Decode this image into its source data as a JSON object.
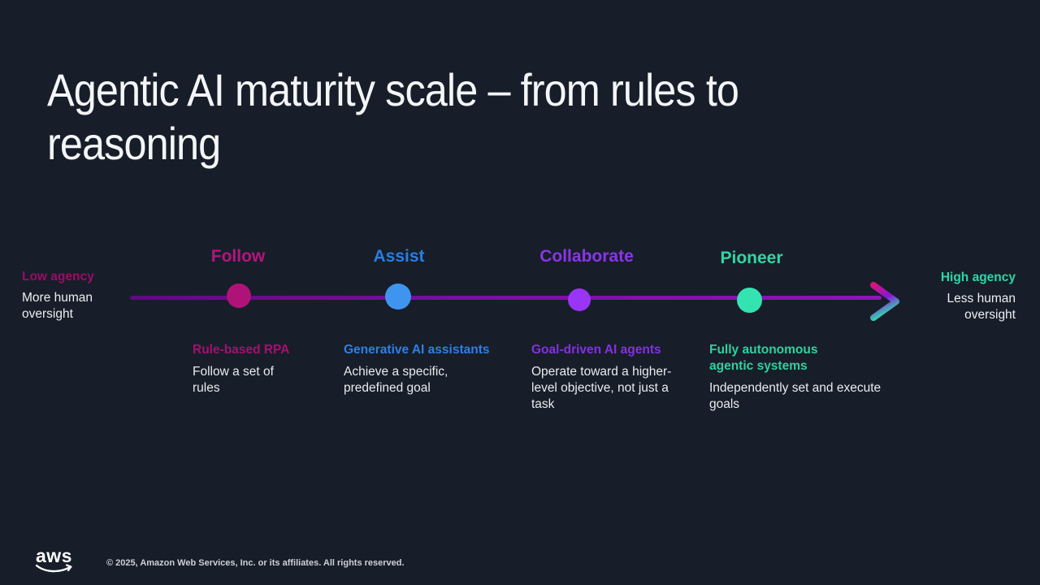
{
  "title_line1": "Agentic AI maturity scale – from rules to",
  "title_line2": "reasoning",
  "colors": {
    "background": "#171e29",
    "timeline_line": "#7b0da5",
    "arrow_gradient_top": "#d6157c",
    "arrow_gradient_mid": "#8a15d8",
    "arrow_gradient_bottom": "#2fe3ae"
  },
  "edges": {
    "left": {
      "heading": "Low agency",
      "heading_color": "#9c0a6a",
      "sub": "More human oversight"
    },
    "right": {
      "heading": "High agency",
      "heading_color": "#2ed6a6",
      "sub": "Less human oversight"
    }
  },
  "stages": [
    {
      "name": "Follow",
      "name_color": "#b5147f",
      "dot_color": "#b01378",
      "heading": "Rule-based RPA",
      "heading_color": "#a60f70",
      "description": "Follow a set of rules"
    },
    {
      "name": "Assist",
      "name_color": "#2c7ce2",
      "dot_color": "#3f95ee",
      "heading": "Generative AI assistants",
      "heading_color": "#2e7fe6",
      "description": "Achieve a specific, predefined goal"
    },
    {
      "name": "Collaborate",
      "name_color": "#8a35e8",
      "dot_color": "#9a35f5",
      "heading": "Goal-driven AI agents",
      "heading_color": "#8530e0",
      "description": "Operate toward a higher-level objective, not just a task"
    },
    {
      "name": "Pioneer",
      "name_color": "#30d6a4",
      "dot_color": "#34e3b2",
      "heading": "Fully autonomous agentic systems",
      "heading_color": "#30d0a0",
      "description": "Independently set and execute goals"
    }
  ],
  "footer": {
    "logo_text": "aws",
    "copyright": "© 2025, Amazon Web Services, Inc. or its affiliates. All rights reserved."
  }
}
